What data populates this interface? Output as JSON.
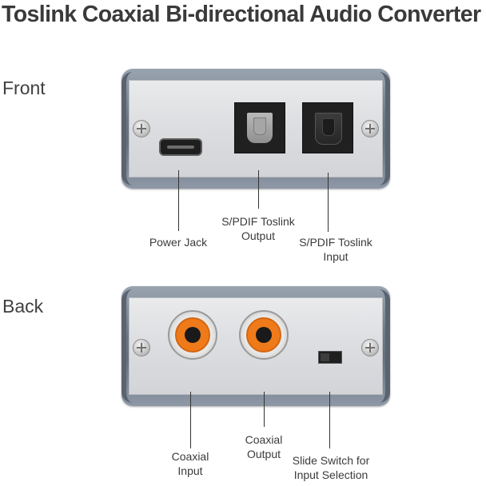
{
  "title": "Toslink Coaxial Bi-directional Audio Converter",
  "front": {
    "label": "Front",
    "callouts": {
      "power_jack": [
        "Power Jack"
      ],
      "spdif_output": [
        "S/PDIF Toslink",
        "Output"
      ],
      "spdif_input": [
        "S/PDIF Toslink",
        "Input"
      ]
    }
  },
  "back": {
    "label": "Back",
    "callouts": {
      "coaxial_input": [
        "Coaxial",
        "Input"
      ],
      "coaxial_output": [
        "Coaxial",
        "Output"
      ],
      "slide_switch": [
        "Slide Switch for",
        "Input Selection"
      ]
    }
  },
  "colors": {
    "rca_ring": "#ef7a1a",
    "housing": "#6f7986",
    "panel": "#dcdde0"
  }
}
